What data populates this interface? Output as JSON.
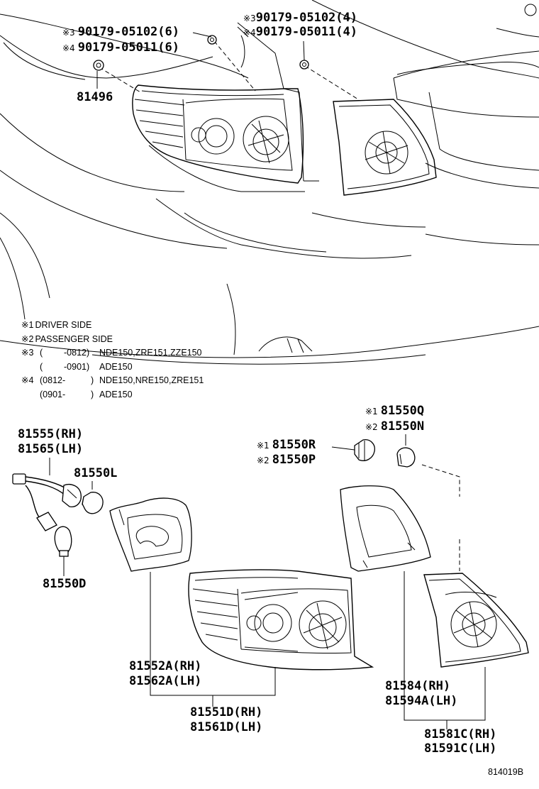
{
  "fasteners": {
    "right_top": [
      {
        "mark": "※3",
        "part": "90179-05102",
        "qty": "(4)"
      },
      {
        "mark": "※4",
        "part": "90179-05011",
        "qty": "(4)"
      }
    ],
    "left_top": [
      {
        "mark": "※3",
        "part": "90179-05102",
        "qty": "(6)"
      },
      {
        "mark": "※4",
        "part": "90179-05011",
        "qty": "(6)"
      }
    ],
    "clip": "81496"
  },
  "notes": [
    {
      "mark": "※1",
      "text": "DRIVER SIDE"
    },
    {
      "mark": "※2",
      "text": "PASSENGER SIDE"
    },
    {
      "mark": "※3",
      "range_open": "(",
      "range_value": "-0812)",
      "models": "NDE150,ZRE151,ZZE150"
    },
    {
      "mark": "",
      "range_open": "(",
      "range_value": "-0901)",
      "models": "ADE150"
    },
    {
      "mark": "※4",
      "range_open": "(0812-",
      "range_value": ")",
      "models": "NDE150,NRE150,ZRE151"
    },
    {
      "mark": "",
      "range_open": "(0901-",
      "range_value": ")",
      "models": "ADE150"
    }
  ],
  "parts": {
    "socket_rh": "81555(RH)",
    "socket_lh": "81565(LH)",
    "bulb_l": "81550L",
    "bulb_d": "81550D",
    "bulb_r": {
      "mark": "※1",
      "part": "81550R"
    },
    "bulb_p": {
      "mark": "※2",
      "part": "81550P"
    },
    "bulb_q": {
      "mark": "※1",
      "part": "81550Q"
    },
    "bulb_n": {
      "mark": "※2",
      "part": "81550N"
    },
    "gasket_rh": "81552A(RH)",
    "gasket_lh": "81562A(LH)",
    "lamp_rh": "81551D(RH)",
    "lamp_lh": "81561D(LH)",
    "inner_gasket_rh": "81584(RH)",
    "inner_gasket_lh": "81594A(LH)",
    "inner_lamp_rh": "81581C(RH)",
    "inner_lamp_lh": "81591C(LH)"
  },
  "diagram_code": "814019B"
}
